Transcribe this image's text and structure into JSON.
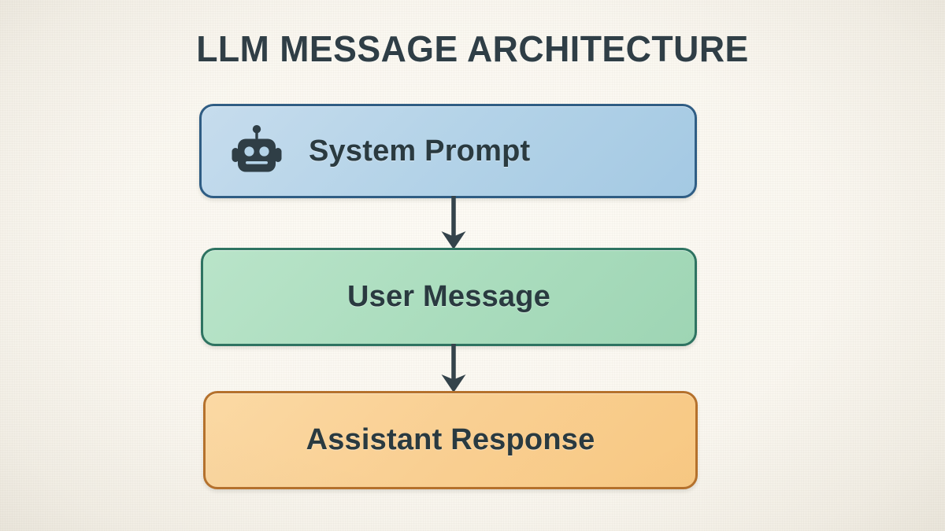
{
  "page": {
    "title": "LLM MESSAGE ARCHITECTURE",
    "background_color": "#faf7f0",
    "text_color": "#2f3e46"
  },
  "diagram": {
    "type": "flowchart",
    "orientation": "vertical",
    "nodes": [
      {
        "id": "system",
        "label": "System Prompt",
        "icon": "robot-icon",
        "fill_color": "#b4d3e8",
        "border_color": "#2f5d84",
        "text_color": "#2a3a40"
      },
      {
        "id": "user",
        "label": "User Message",
        "icon": null,
        "fill_color": "#abddbe",
        "border_color": "#2e7361",
        "text_color": "#2a3a40"
      },
      {
        "id": "assistant",
        "label": "Assistant Response",
        "icon": null,
        "fill_color": "#f9cf92",
        "border_color": "#b5712c",
        "text_color": "#2a3a40"
      }
    ],
    "edges": [
      {
        "id": "edge-1",
        "from": "system",
        "to": "user",
        "style": "solid-arrow",
        "color": "#34434b"
      },
      {
        "id": "edge-2",
        "from": "user",
        "to": "assistant",
        "style": "solid-arrow",
        "color": "#34434b"
      }
    ]
  }
}
